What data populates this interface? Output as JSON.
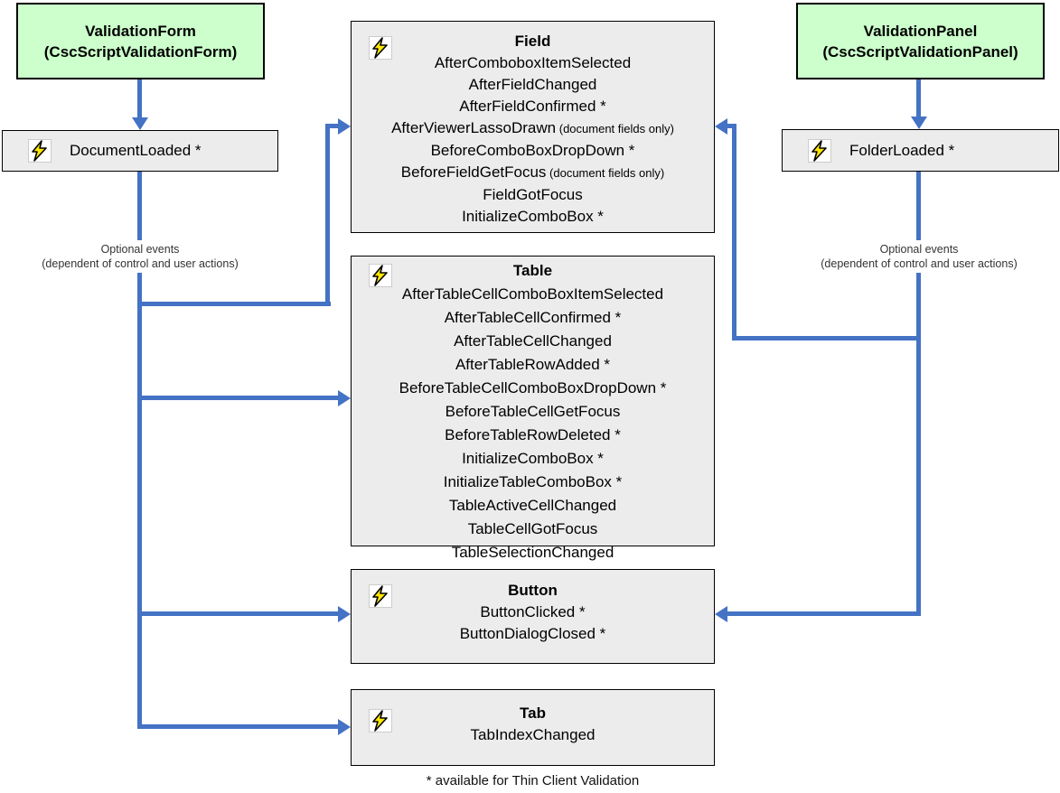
{
  "colors": {
    "arrow_blue": "#4472c4",
    "box_green_fill": "#ccffcc",
    "box_gray_fill": "#ececec",
    "box_border": "#000000",
    "bolt_yellow": "#ffe800"
  },
  "form_box": {
    "title": "ValidationForm",
    "subtitle": "(CscScriptValidationForm)"
  },
  "panel_box": {
    "title": "ValidationPanel",
    "subtitle": "(CscScriptValidationPanel)"
  },
  "document_loaded": {
    "icon": "lightning-icon",
    "label": "DocumentLoaded *"
  },
  "folder_loaded": {
    "icon": "lightning-icon",
    "label": "FolderLoaded *"
  },
  "optional_label": {
    "line1": "Optional events",
    "line2": "(dependent of control and user actions)"
  },
  "event_boxes": [
    {
      "id": "field",
      "title": "Field",
      "icon": "lightning-icon",
      "events": [
        {
          "name": "AfterComboboxItemSelected"
        },
        {
          "name": "AfterFieldChanged"
        },
        {
          "name": "AfterFieldConfirmed *"
        },
        {
          "name": "AfterViewerLassoDrawn",
          "note": "(document fields only)"
        },
        {
          "name": "BeforeComboBoxDropDown *"
        },
        {
          "name": "BeforeFieldGetFocus",
          "note": "(document fields only)"
        },
        {
          "name": "FieldGotFocus"
        },
        {
          "name": "InitializeComboBox *"
        }
      ]
    },
    {
      "id": "table",
      "title": "Table",
      "icon": "lightning-icon",
      "events": [
        {
          "name": "AfterTableCellComboBoxItemSelected"
        },
        {
          "name": "AfterTableCellConfirmed *"
        },
        {
          "name": "AfterTableCellChanged"
        },
        {
          "name": "AfterTableRowAdded *"
        },
        {
          "name": "BeforeTableCellComboBoxDropDown *"
        },
        {
          "name": "BeforeTableCellGetFocus"
        },
        {
          "name": "BeforeTableRowDeleted *"
        },
        {
          "name": "InitializeComboBox *"
        },
        {
          "name": "InitializeTableComboBox *"
        },
        {
          "name": "TableActiveCellChanged"
        },
        {
          "name": "TableCellGotFocus"
        },
        {
          "name": "TableSelectionChanged"
        }
      ]
    },
    {
      "id": "button",
      "title": "Button",
      "icon": "lightning-icon",
      "events": [
        {
          "name": "ButtonClicked *"
        },
        {
          "name": "ButtonDialogClosed *"
        }
      ]
    },
    {
      "id": "tab",
      "title": "Tab",
      "icon": "lightning-icon",
      "events": [
        {
          "name": "TabIndexChanged"
        }
      ]
    }
  ],
  "footnote": "* available for Thin Client Validation"
}
